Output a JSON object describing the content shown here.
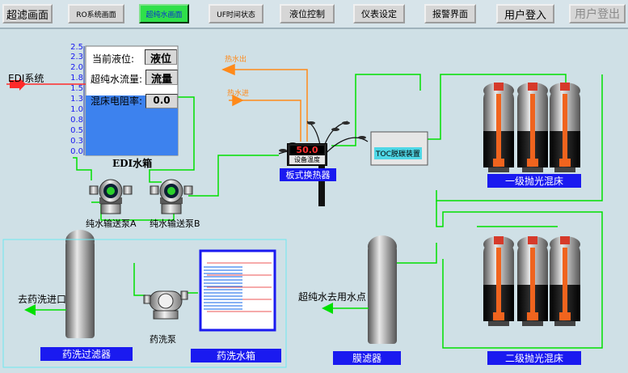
{
  "nav": {
    "buttons": [
      {
        "label": "超滤画面"
      },
      {
        "label": "RO系统画面"
      },
      {
        "label": "超纯水画面"
      },
      {
        "label": "UF时间状态"
      },
      {
        "label": "液位控制"
      },
      {
        "label": "仪表设定"
      },
      {
        "label": "报警界面"
      },
      {
        "label": "用户登入"
      },
      {
        "label": "用户登出"
      }
    ]
  },
  "tank": {
    "title": "EDI水箱",
    "scale": [
      "2.5",
      "2.3",
      "2.0",
      "1.8",
      "1.5",
      "1.3",
      "1.0",
      "0.8",
      "0.5",
      "0.3",
      "0.0"
    ],
    "level_label": "当前液位:",
    "level_value": "液位",
    "flow_label": "超纯水流量:",
    "flow_value": "流量",
    "resistivity_label": "混床电阻率:",
    "resistivity_value": "0.0",
    "fill_fraction": 0.55
  },
  "edi_label": "EDI系统",
  "pumps": {
    "a": "纯水输送泵A",
    "b": "纯水输送泵B",
    "wash": "药洗泵"
  },
  "hx": {
    "hot_out": "热水出",
    "hot_in": "热水进",
    "temp_value": "50.0",
    "temp_caption": "设备温度",
    "name": "板式换热器"
  },
  "toc": "TOC脱碳装置",
  "beds": {
    "primary": "一级抛光混床",
    "secondary": "二级抛光混床"
  },
  "use_point": "超纯水去用水点",
  "membrane": "膜滤器",
  "wash_inlet": "去药洗进口",
  "wash_filter": "药洗过滤器",
  "wash_tank": "药洗水箱",
  "colors": {
    "pipe": "#00e000",
    "hot": "#ff8a1a",
    "label_bg": "#1a1af0",
    "tank_water": "#3d82ee"
  }
}
